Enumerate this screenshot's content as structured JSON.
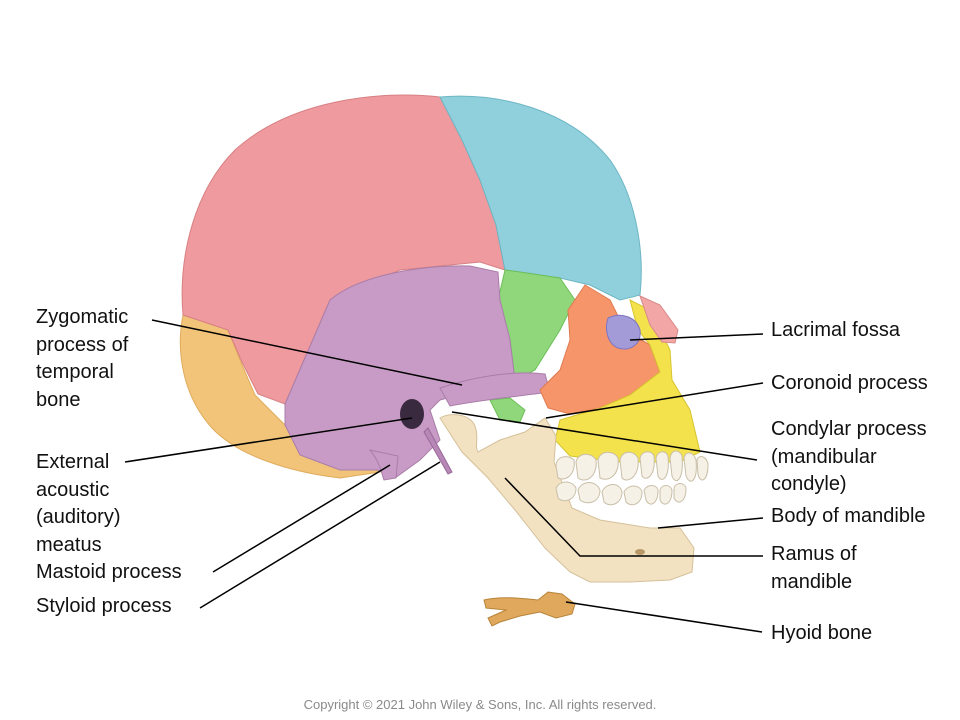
{
  "labels": {
    "zygomatic": "Zygomatic\nprocess of\ntemporal\nbone",
    "external_acoustic": "External\nacoustic\n(auditory)\nmeatus",
    "mastoid": "Mastoid process",
    "styloid": "Styloid process",
    "lacrimal": "Lacrimal fossa",
    "coronoid": "Coronoid process",
    "condylar": "Condylar process\n(mandibular\ncondyle)",
    "body_mandible": "Body of mandible",
    "ramus": "Ramus of\nmandible",
    "hyoid": "Hyoid bone"
  },
  "copyright": "Copyright © 2021 John Wiley & Sons, Inc. All rights reserved.",
  "colors": {
    "parietal": "#ee9a9e",
    "frontal": "#8fd0dc",
    "temporal": "#c79bc6",
    "occipital": "#f1c47a",
    "sphenoid": "#8fd77a",
    "zygomatic_bone": "#f6956a",
    "maxilla": "#f3e24c",
    "lacrimal": "#a39ad8",
    "nasal": "#f3a6a6",
    "mandible": "#f2e2c2",
    "teeth": "#f6f1e6",
    "hyoid": "#dfa85c",
    "leader": "#000000"
  }
}
